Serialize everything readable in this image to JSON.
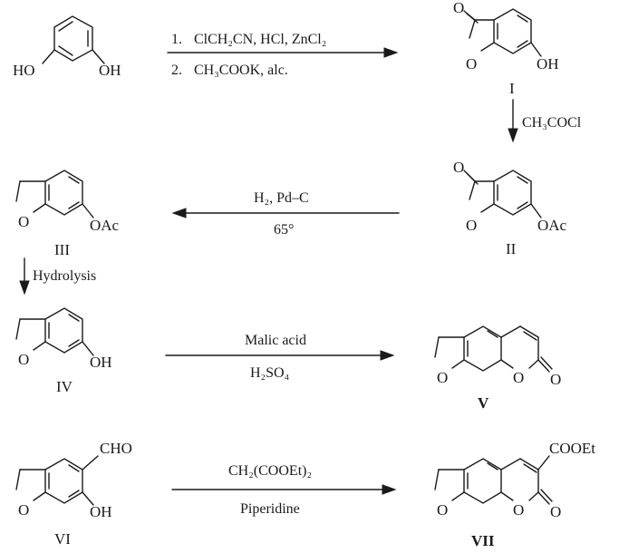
{
  "atoms": {
    "ho": "HO",
    "oh": "OH",
    "o": "O",
    "oac": "OAc",
    "cho": "CHO",
    "cooet": "COOEt"
  },
  "labels": {
    "I": "I",
    "II": "II",
    "III": "III",
    "IV": "IV",
    "V": "V",
    "VI": "VI",
    "VII": "VII"
  },
  "conditions": {
    "step1_line1_num": "1.",
    "step1_line1": "ClCH₂CN, HCl, ZnCl₂",
    "step1_line2_num": "2.",
    "step1_line2": "CH₃COOK, alc.",
    "acetylation": "CH₃COCl",
    "hydrogenation_top": "H₂, Pd–C",
    "hydrogenation_bottom": "65°",
    "hydrolysis": "Hydrolysis",
    "pechmann_top": "Malic acid",
    "pechmann_bottom": "H₂SO₄",
    "knoevenagel_top": "CH₂(COOEt)₂",
    "knoevenagel_bottom": "Piperidine"
  }
}
